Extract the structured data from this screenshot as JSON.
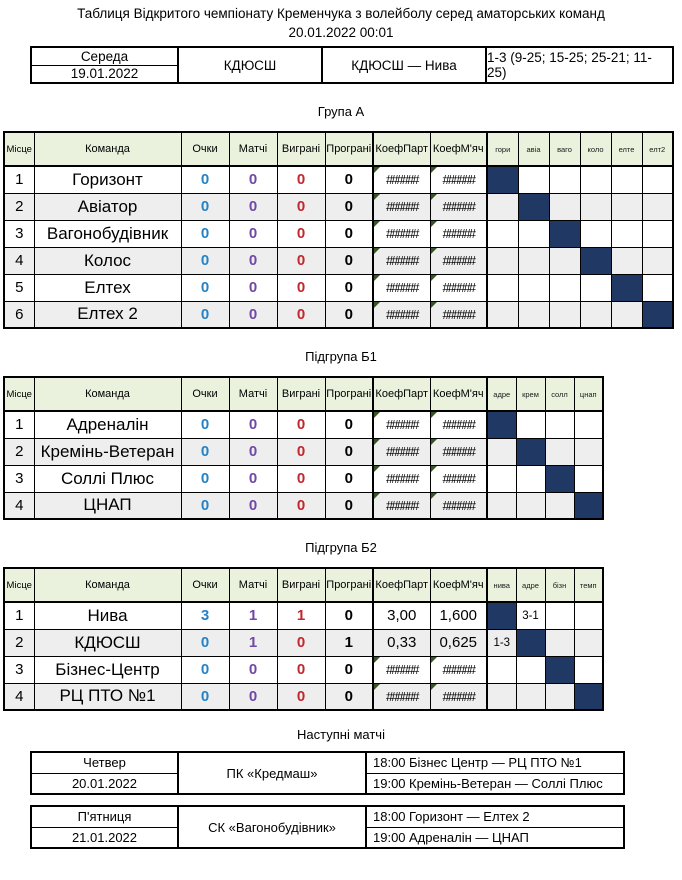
{
  "title": "Таблиця Відкритого чемпіонату Кременчука з волейболу серед аматорських команд",
  "subtitle": "20.01.2022 00:01",
  "last_match": {
    "day": "Середа",
    "date": "19.01.2022",
    "venue": "КДЮСШ",
    "match": "КДЮСШ —  Нива",
    "score": "1-3 (9-25; 15-25; 25-21; 11-25)"
  },
  "table_headers": {
    "place": "Місце",
    "team": "Команда",
    "points": "Очки",
    "matches": "Матчі",
    "won": "Виграні",
    "lost": "Програні",
    "coef_part": "КоефПарт",
    "coef_ball": "КоефМ'яч"
  },
  "groups": [
    {
      "label": "Група А",
      "mini_headers": [
        "гори",
        "авіа",
        "ваго",
        "коло",
        "елте",
        "елт2"
      ],
      "rows": [
        {
          "place": "1",
          "team": "Горизонт",
          "points": "0",
          "matches": "0",
          "won": "0",
          "lost": "0",
          "coef_part": "#####",
          "coef_ball": "#####",
          "mini": [
            "self",
            "",
            "",
            "",
            "",
            ""
          ]
        },
        {
          "place": "2",
          "team": "Авіатор",
          "points": "0",
          "matches": "0",
          "won": "0",
          "lost": "0",
          "coef_part": "#####",
          "coef_ball": "#####",
          "mini": [
            "",
            "self",
            "",
            "",
            "",
            ""
          ]
        },
        {
          "place": "3",
          "team": "Вагонобудівник",
          "points": "0",
          "matches": "0",
          "won": "0",
          "lost": "0",
          "coef_part": "#####",
          "coef_ball": "#####",
          "mini": [
            "",
            "",
            "self",
            "",
            "",
            ""
          ]
        },
        {
          "place": "4",
          "team": "Колос",
          "points": "0",
          "matches": "0",
          "won": "0",
          "lost": "0",
          "coef_part": "#####",
          "coef_ball": "#####",
          "mini": [
            "",
            "",
            "",
            "self",
            "",
            ""
          ]
        },
        {
          "place": "5",
          "team": "Елтех",
          "points": "0",
          "matches": "0",
          "won": "0",
          "lost": "0",
          "coef_part": "#####",
          "coef_ball": "#####",
          "mini": [
            "",
            "",
            "",
            "",
            "self",
            ""
          ]
        },
        {
          "place": "6",
          "team": "Елтех 2",
          "points": "0",
          "matches": "0",
          "won": "0",
          "lost": "0",
          "coef_part": "#####",
          "coef_ball": "#####",
          "mini": [
            "",
            "",
            "",
            "",
            "",
            "self"
          ]
        }
      ]
    },
    {
      "label": "Підгрупа Б1",
      "mini_headers": [
        "адре",
        "крем",
        "солл",
        "цнап"
      ],
      "rows": [
        {
          "place": "1",
          "team": "Адреналін",
          "points": "0",
          "matches": "0",
          "won": "0",
          "lost": "0",
          "coef_part": "#####",
          "coef_ball": "#####",
          "mini": [
            "self",
            "",
            "",
            ""
          ]
        },
        {
          "place": "2",
          "team": "Кремінь-Ветеран",
          "points": "0",
          "matches": "0",
          "won": "0",
          "lost": "0",
          "coef_part": "#####",
          "coef_ball": "#####",
          "mini": [
            "",
            "self",
            "",
            ""
          ]
        },
        {
          "place": "3",
          "team": "Соллі Плюс",
          "points": "0",
          "matches": "0",
          "won": "0",
          "lost": "0",
          "coef_part": "#####",
          "coef_ball": "#####",
          "mini": [
            "",
            "",
            "self",
            ""
          ]
        },
        {
          "place": "4",
          "team": "ЦНАП",
          "points": "0",
          "matches": "0",
          "won": "0",
          "lost": "0",
          "coef_part": "#####",
          "coef_ball": "#####",
          "mini": [
            "",
            "",
            "",
            "self"
          ]
        }
      ]
    },
    {
      "label": "Підгрупа Б2",
      "mini_headers": [
        "нива",
        "адре",
        "бізн",
        "темп"
      ],
      "rows": [
        {
          "place": "1",
          "team": "Нива",
          "points": "3",
          "matches": "1",
          "won": "1",
          "lost": "0",
          "coef_part": "3,00",
          "coef_ball": "1,600",
          "mini": [
            "self",
            "3-1",
            "",
            ""
          ]
        },
        {
          "place": "2",
          "team": "КДЮСШ",
          "points": "0",
          "matches": "1",
          "won": "0",
          "lost": "1",
          "coef_part": "0,33",
          "coef_ball": "0,625",
          "mini": [
            "1-3",
            "self",
            "",
            ""
          ]
        },
        {
          "place": "3",
          "team": "Бізнес-Центр",
          "points": "0",
          "matches": "0",
          "won": "0",
          "lost": "0",
          "coef_part": "#####",
          "coef_ball": "#####",
          "mini": [
            "",
            "",
            "self",
            ""
          ]
        },
        {
          "place": "4",
          "team": "РЦ ПТО №1",
          "points": "0",
          "matches": "0",
          "won": "0",
          "lost": "0",
          "coef_part": "#####",
          "coef_ball": "#####",
          "mini": [
            "",
            "",
            "",
            "self"
          ]
        }
      ]
    }
  ],
  "next_title": "Наступні матчі",
  "schedule": [
    {
      "day": "Четвер",
      "date": "20.01.2022",
      "venue": "ПК «Кредмаш»",
      "games": [
        {
          "time": "18:00",
          "match": "Бізнес Центр — РЦ ПТО №1"
        },
        {
          "time": "19:00",
          "match": "Кремінь-Ветеран — Соллі Плюс"
        }
      ]
    },
    {
      "day": "П'ятниця",
      "date": "21.01.2022",
      "venue": "СК «Вагонобудівник»",
      "games": [
        {
          "time": "18:00",
          "match": "Горизонт —  Елтех 2"
        },
        {
          "time": "19:00",
          "match": "Адреналін — ЦНАП"
        }
      ]
    }
  ],
  "colors": {
    "accent_navy": "#1F3864",
    "header_green": "#EAF1DD",
    "stripe_gray": "#EEEEEE",
    "points_blue": "#2583C5",
    "matches_purple": "#7048A5",
    "won_red": "#C1272D",
    "error_triangle_green": "#375623"
  }
}
